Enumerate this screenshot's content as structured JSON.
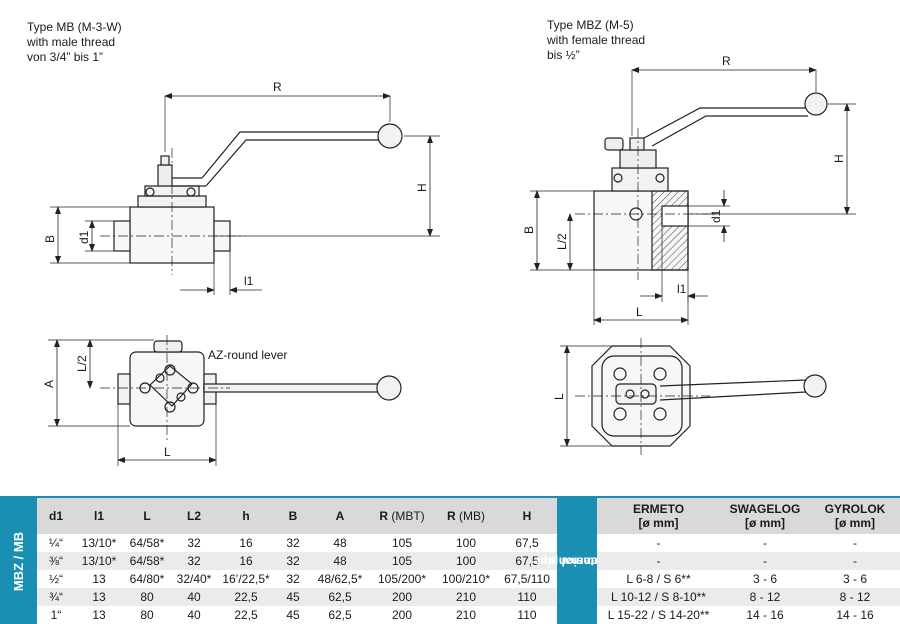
{
  "views": {
    "mb": {
      "title": "Type MB (M-3-W)",
      "line2": "with male thread",
      "line3": "von 3/4” bis 1”"
    },
    "mbz": {
      "title": "Type MBZ (M-5)",
      "line2": "with female thread",
      "line3": "bis ½”"
    },
    "lever_note": "AZ-round lever",
    "dim_labels": {
      "R": "R",
      "H": "H",
      "B": "B",
      "d1": "d1",
      "l1": "l1",
      "L": "L",
      "L2": "L/2",
      "A": "A"
    }
  },
  "table": {
    "side_label": "MBZ / MB",
    "headers": {
      "d1": "d1",
      "l1": "l1",
      "L": "L",
      "L2": "L2",
      "h": "h",
      "B": "B",
      "A": "A",
      "R_mbt_main": "R",
      "R_mbt_sub": "(MBT)",
      "R_mb_main": "R",
      "R_mb_sub": "(MB)",
      "H": "H"
    },
    "rows": [
      {
        "d1": "¼“",
        "l1": "13/10*",
        "L": "64/58*",
        "L2": "32",
        "h": "16",
        "B": "32",
        "A": "48",
        "R_mbt": "105",
        "R_mb": "100",
        "H": "67,5"
      },
      {
        "d1": "⅜“",
        "l1": "13/10*",
        "L": "64/58*",
        "L2": "32",
        "h": "16",
        "B": "32",
        "A": "48",
        "R_mbt": "105",
        "R_mb": "100",
        "H": "67,5"
      },
      {
        "d1": "½“",
        "l1": "13",
        "L": "64/80*",
        "L2": "32/40*",
        "h": "16’/22,5*",
        "B": "32",
        "A": "48/62,5*",
        "R_mbt": "105/200*",
        "R_mb": "100/210*",
        "H": "67,5/110"
      },
      {
        "d1": "¾“",
        "l1": "13",
        "L": "80",
        "L2": "40",
        "h": "22,5",
        "B": "45",
        "A": "62,5",
        "R_mbt": "200",
        "R_mb": "210",
        "H": "110"
      },
      {
        "d1": "1“",
        "l1": "13",
        "L": "80",
        "L2": "40",
        "h": "22,5",
        "B": "45",
        "A": "62,5",
        "R_mbt": "200",
        "R_mb": "210",
        "H": "110"
      }
    ],
    "pipe_label_line1": "external pipe",
    "pipe_label_line2": "dimension ø",
    "pipe_headers": [
      {
        "name": "ERMETO",
        "unit": "[ø mm]"
      },
      {
        "name": "SWAGELOG",
        "unit": "[ø mm]"
      },
      {
        "name": "GYROLOK",
        "unit": "[ø mm]"
      }
    ],
    "pipe_rows": [
      {
        "ermeto": "-",
        "swagelog": "-",
        "gyrolok": "-"
      },
      {
        "ermeto": "-",
        "swagelog": "-",
        "gyrolok": "-"
      },
      {
        "ermeto": "L 6-8 / S 6**",
        "swagelog": "3 - 6",
        "gyrolok": "3 - 6"
      },
      {
        "ermeto": "L 10-12 / S  8-10**",
        "swagelog": "8 - 12",
        "gyrolok": "8 - 12"
      },
      {
        "ermeto": "L 15-22 / S 14-20**",
        "swagelog": "14 - 16",
        "gyrolok": "14 - 16"
      }
    ],
    "accent_color": "#1b8fb3"
  }
}
